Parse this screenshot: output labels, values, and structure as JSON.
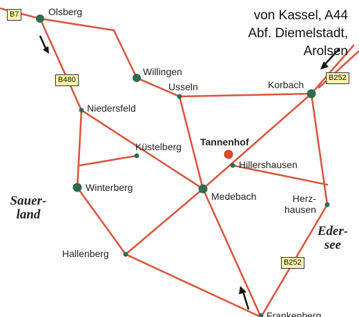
{
  "towns": {
    "olsberg": "Olsberg",
    "willingen": "Willingen",
    "usseln": "Usseln",
    "korbach": "Korbach",
    "niedersfeld": "Niedersfeld",
    "kuestelberg": "Küstelberg",
    "tannenhof": "Tannenhof",
    "hillershausen": "Hillershausen",
    "winterberg": "Winterberg",
    "medebach": "Medebach",
    "herzhausen_line1": "Herz-",
    "herzhausen_line2": "hausen",
    "hallenberg": "Hallenberg",
    "frankenberg_partial": "Frankenberg"
  },
  "roads_labels": {
    "b7": "B7",
    "b480": "B480",
    "b252_north": "B252",
    "b252_south": "B252"
  },
  "note": {
    "line1": "von Kassel, A44",
    "line2": "Abf. Diemelstadt,",
    "line3": "Arolsen"
  },
  "regions": {
    "sauerland_line1": "Sauer-",
    "sauerland_line2": "land",
    "edersee_line1": "Eder-",
    "edersee_line2": "see"
  },
  "colors": {
    "road": "#d8553f",
    "town_dot": "#2e6b4f",
    "highlight": "#e04a2e",
    "badge_fill": "#fbf3a8"
  }
}
